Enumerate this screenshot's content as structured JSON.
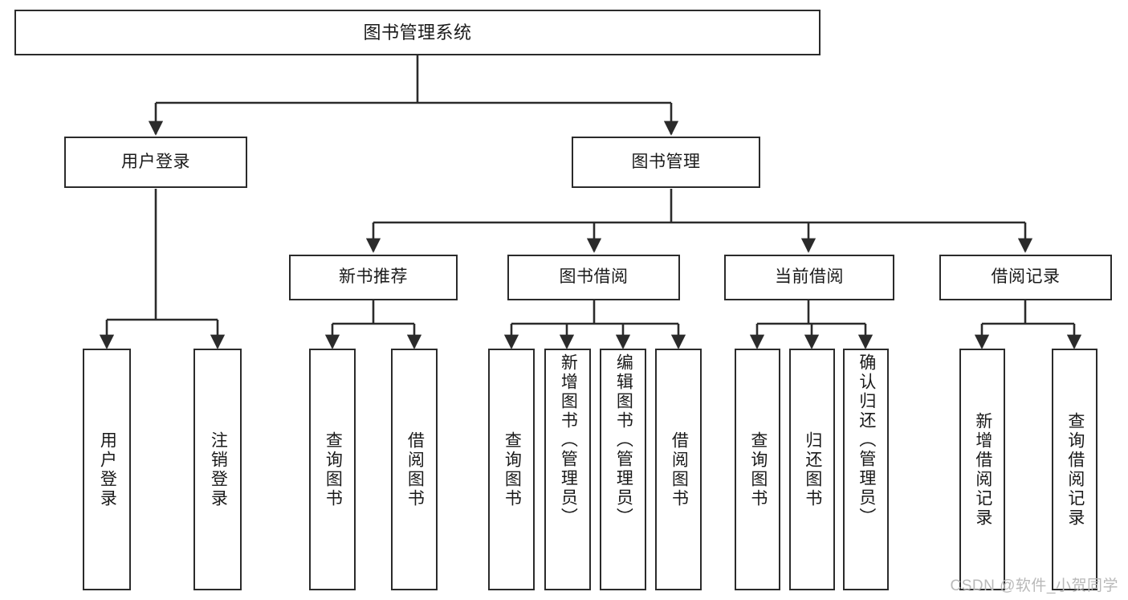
{
  "diagram": {
    "title": "图书管理系统",
    "type": "hierarchy-tree",
    "stroke_color": "#2b2b2b",
    "fill_color": "#ffffff",
    "text_color": "#1a1a1a",
    "levels": 4
  },
  "nodes": {
    "root": {
      "label": "图书管理系统"
    },
    "level2": [
      {
        "label": "用户登录"
      },
      {
        "label": "图书管理"
      }
    ],
    "level3": [
      {
        "label": "新书推荐"
      },
      {
        "label": "图书借阅"
      },
      {
        "label": "当前借阅"
      },
      {
        "label": "借阅记录"
      }
    ],
    "leaves": {
      "user_login": [
        {
          "label": "用户登录"
        },
        {
          "label": "注销登录"
        }
      ],
      "new_book_recommend": [
        {
          "label": "查询图书"
        },
        {
          "label": "借阅图书"
        }
      ],
      "book_borrow": [
        {
          "label": "查询图书"
        },
        {
          "label": "新增图书（管理员）"
        },
        {
          "label": "编辑图书（管理员）"
        },
        {
          "label": "借阅图书"
        }
      ],
      "current_borrow": [
        {
          "label": "查询图书"
        },
        {
          "label": "归还图书"
        },
        {
          "label": "确认归还（管理员）"
        }
      ],
      "borrow_record": [
        {
          "label": "新增借阅记录"
        },
        {
          "label": "查询借阅记录"
        }
      ]
    }
  },
  "watermark": {
    "text": "CSDN @软件_小贺同学"
  }
}
